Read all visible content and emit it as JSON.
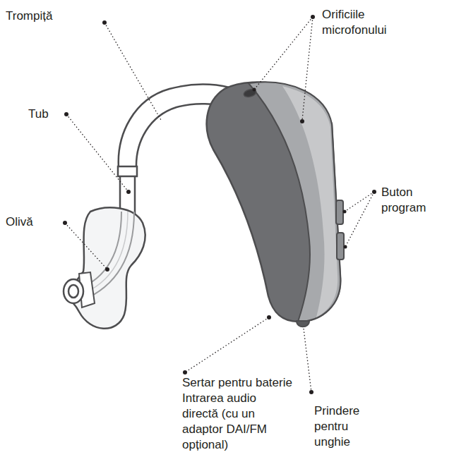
{
  "diagram": {
    "labels": [
      "Trompiță",
      "Orificiile microfonului",
      "Tub",
      "Buton program",
      "Olivă",
      "Sertar pentru baterie Intrarea audio directă (cu un adaptor DAI/FM opțional)",
      "Prindere pentru unghie"
    ]
  }
}
